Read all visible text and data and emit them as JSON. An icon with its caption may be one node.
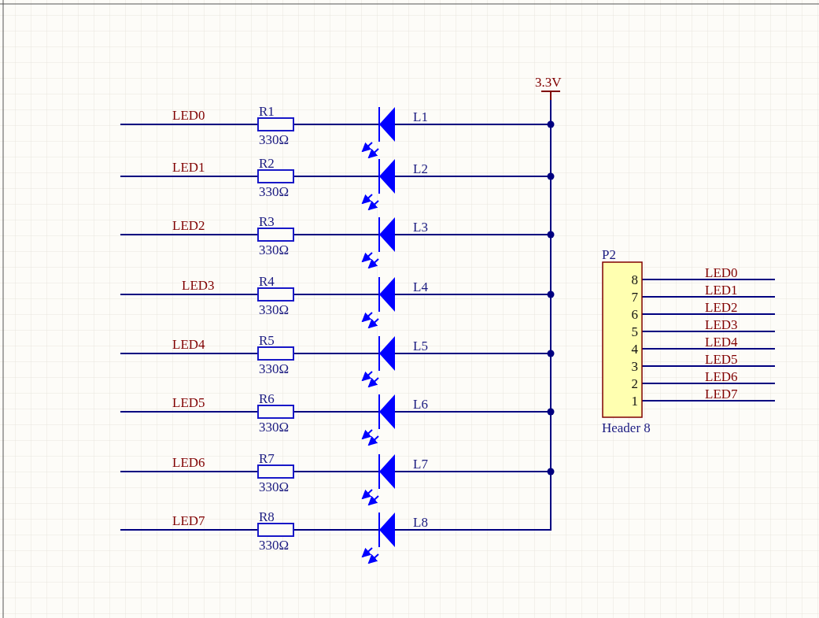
{
  "diagram": {
    "nodes": [
      {
        "text": [
          "3.3V"
        ]
      },
      {
        "text": [
          "R1",
          "330Ω"
        ]
      },
      {
        "text": [
          "L1"
        ]
      },
      {
        "text": [
          "R2",
          "330Ω"
        ]
      },
      {
        "text": [
          "L2"
        ]
      },
      {
        "text": [
          "R3",
          "330Ω"
        ]
      },
      {
        "text": [
          "L3"
        ]
      },
      {
        "text": [
          "R4",
          "330Ω"
        ]
      },
      {
        "text": [
          "L4"
        ]
      },
      {
        "text": [
          "R5",
          "330Ω"
        ]
      },
      {
        "text": [
          "L5"
        ]
      },
      {
        "text": [
          "R6",
          "330Ω"
        ]
      },
      {
        "text": [
          "L6"
        ]
      },
      {
        "text": [
          "R7",
          "330Ω"
        ]
      },
      {
        "text": [
          "L7"
        ]
      },
      {
        "text": [
          "R8",
          "330Ω"
        ]
      },
      {
        "text": [
          "L8"
        ]
      },
      {
        "text": [
          "P2",
          "8",
          "7",
          "6",
          "5",
          "4",
          "3",
          "2",
          "1",
          "Header 8"
        ]
      }
    ],
    "edges": [
      {
        "from": null,
        "to": 1,
        "arrow": "none",
        "label": "LED0"
      },
      {
        "from": 1,
        "to": 2,
        "arrow": "none"
      },
      {
        "from": 2,
        "to": 0,
        "arrow": "none"
      },
      {
        "from": null,
        "to": 3,
        "arrow": "none",
        "label": "LED1"
      },
      {
        "from": 3,
        "to": 4,
        "arrow": "none"
      },
      {
        "from": 4,
        "to": 0,
        "arrow": "none"
      },
      {
        "from": null,
        "to": 5,
        "arrow": "none",
        "label": "LED2"
      },
      {
        "from": 5,
        "to": 6,
        "arrow": "none"
      },
      {
        "from": 6,
        "to": 0,
        "arrow": "none"
      },
      {
        "from": null,
        "to": 7,
        "arrow": "none",
        "label": "LED3"
      },
      {
        "from": 7,
        "to": 8,
        "arrow": "none"
      },
      {
        "from": 8,
        "to": 0,
        "arrow": "none"
      },
      {
        "from": null,
        "to": 9,
        "arrow": "none",
        "label": "LED4"
      },
      {
        "from": 9,
        "to": 10,
        "arrow": "none"
      },
      {
        "from": 10,
        "to": 0,
        "arrow": "none"
      },
      {
        "from": null,
        "to": 11,
        "arrow": "none",
        "label": "LED5"
      },
      {
        "from": 11,
        "to": 12,
        "arrow": "none"
      },
      {
        "from": 12,
        "to": 0,
        "arrow": "none"
      },
      {
        "from": null,
        "to": 13,
        "arrow": "none",
        "label": "LED6"
      },
      {
        "from": 13,
        "to": 14,
        "arrow": "none"
      },
      {
        "from": 14,
        "to": 0,
        "arrow": "none"
      },
      {
        "from": null,
        "to": 15,
        "arrow": "none",
        "label": "LED7"
      },
      {
        "from": 15,
        "to": 16,
        "arrow": "none"
      },
      {
        "from": 16,
        "to": 0,
        "arrow": "none"
      },
      {
        "from": 17,
        "to": null,
        "arrow": "none",
        "label": "LED0"
      },
      {
        "from": 17,
        "to": null,
        "arrow": "none",
        "label": "LED1"
      },
      {
        "from": 17,
        "to": null,
        "arrow": "none",
        "label": "LED2"
      },
      {
        "from": 17,
        "to": null,
        "arrow": "none",
        "label": "LED3"
      },
      {
        "from": 17,
        "to": null,
        "arrow": "none",
        "label": "LED4"
      },
      {
        "from": 17,
        "to": null,
        "arrow": "none",
        "label": "LED5"
      },
      {
        "from": 17,
        "to": null,
        "arrow": "none",
        "label": "LED6"
      },
      {
        "from": 17,
        "to": null,
        "arrow": "none",
        "label": "LED7"
      }
    ]
  }
}
